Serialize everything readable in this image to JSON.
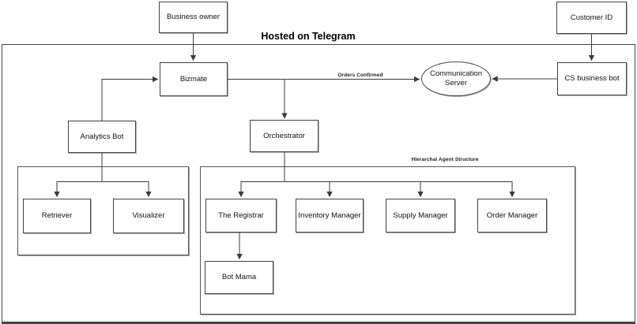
{
  "diagram": {
    "title": "Hosted on Telegram",
    "nodes": {
      "business_owner": {
        "label": "Business owner"
      },
      "customer_id": {
        "label": "Customer ID"
      },
      "bizmate": {
        "label": "Bizmate"
      },
      "communication_server": {
        "label": "Communication Server"
      },
      "cs_business_bot": {
        "label": "CS business bot"
      },
      "analytics_bot": {
        "label": "Analytics Bot"
      },
      "orchestrator": {
        "label": "Orchestrator"
      },
      "retriever": {
        "label": "Retriever"
      },
      "visualizer": {
        "label": "Visualizer"
      },
      "the_registrar": {
        "label": "The Registrar"
      },
      "inventory_manager": {
        "label": "Inventory Manager"
      },
      "supply_manager": {
        "label": "Supply Manager"
      },
      "order_manager": {
        "label": "Order Manager"
      },
      "bot_mama": {
        "label": "Bot Mama"
      }
    },
    "groups": {
      "hosted_on_telegram": {
        "label": "Hosted on Telegram"
      },
      "hierarchal": {
        "label": "Hierarchal Agent Structure"
      },
      "analytics_subsystem": {
        "label": ""
      }
    },
    "edges": [
      {
        "from": "business_owner",
        "to": "bizmate",
        "label": ""
      },
      {
        "from": "bizmate",
        "to": "communication_server",
        "label": "Orders Confirmed"
      },
      {
        "from": "bizmate",
        "to": "orchestrator",
        "label": ""
      },
      {
        "from": "cs_business_bot",
        "to": "communication_server",
        "label": ""
      },
      {
        "from": "customer_id",
        "to": "cs_business_bot",
        "label": ""
      },
      {
        "from": "analytics_bot",
        "to": "bizmate",
        "label": ""
      },
      {
        "from": "analytics_bot",
        "to": "retriever",
        "label": ""
      },
      {
        "from": "analytics_bot",
        "to": "visualizer",
        "label": ""
      },
      {
        "from": "orchestrator",
        "to": "the_registrar",
        "label": ""
      },
      {
        "from": "orchestrator",
        "to": "inventory_manager",
        "label": ""
      },
      {
        "from": "orchestrator",
        "to": "supply_manager",
        "label": ""
      },
      {
        "from": "orchestrator",
        "to": "order_manager",
        "label": ""
      },
      {
        "from": "the_registrar",
        "to": "bot_mama",
        "label": ""
      }
    ],
    "colors": {
      "stroke": "#3b3b3b",
      "background": "#ffffff",
      "text": "#111111"
    }
  }
}
